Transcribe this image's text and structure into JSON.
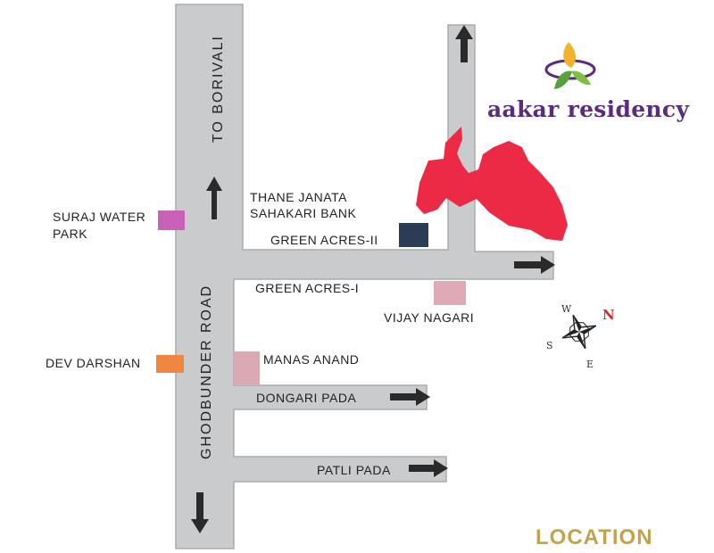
{
  "brand": {
    "name": "aakar residency"
  },
  "title": "LOCATION",
  "roads": {
    "main_road": "GHODBUNDER ROAD",
    "to_borivali": "TO BORIVALI"
  },
  "landmarks": {
    "suraj_water_park_line1": "SURAJ WATER",
    "suraj_water_park_line2": "PARK",
    "thane_janata_line1": "THANE JANATA",
    "thane_janata_line2": "SAHAKARI BANK",
    "green_acres_2": "GREEN ACRES-II",
    "green_acres_1": "GREEN ACRES-I",
    "vijay_nagari": "VIJAY NAGARI",
    "dev_darshan": "DEV DARSHAN",
    "manas_anand": "MANAS ANAND",
    "dongari_pada": "DONGARI PADA",
    "patli_pada": "PATLI PADA"
  },
  "compass": {
    "north": "N",
    "west": "W",
    "south": "S",
    "east": "E"
  },
  "colors": {
    "road": "#c9cbcd",
    "road_edge": "#a9abad",
    "site": "#ec2a46",
    "suraj_marker": "#c961b8",
    "thane_marker": "#2b3d55",
    "vijay_marker": "#dfa9b6",
    "dev_marker": "#f08740",
    "manas_marker": "#d9aab4",
    "brand_text": "#5a2b7e",
    "location_text": "#c4a24a"
  },
  "icons": [
    "arrow-up-icon",
    "arrow-down-icon",
    "arrow-right-icon",
    "compass-rose-icon",
    "aakar-logo-icon"
  ]
}
